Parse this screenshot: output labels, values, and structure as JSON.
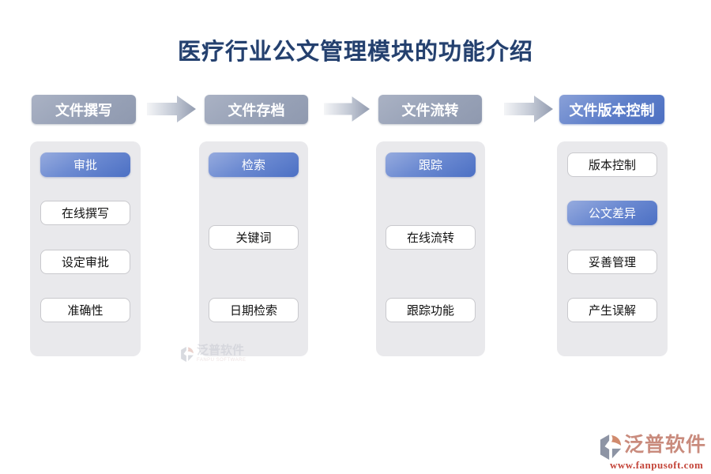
{
  "title": "医疗行业公文管理模块的功能介绍",
  "colors": {
    "title_text": "#24406e",
    "stage_header_gray": "#98a2b7",
    "stage_header_blue": "#5d7ec9",
    "item_blue_light": "#96abde",
    "item_blue_dark": "#4c70c4",
    "card_background": "#e9e9ec",
    "arrow_light": "#f3f4f6",
    "arrow_dark": "#939cb0",
    "brand_name_color": "#c98b7d",
    "brand_url_color": "#c4453a"
  },
  "flow": {
    "stages": [
      {
        "label": "文件撰写",
        "highlighted": false,
        "items": [
          {
            "label": "审批",
            "highlighted": true
          },
          {
            "label": "在线撰写",
            "highlighted": false
          },
          {
            "label": "设定审批",
            "highlighted": false
          },
          {
            "label": "准确性",
            "highlighted": false
          }
        ]
      },
      {
        "label": "文件存档",
        "highlighted": false,
        "items": [
          {
            "label": "检索",
            "highlighted": true
          },
          {
            "label": "关键词",
            "highlighted": false
          },
          {
            "label": "日期检索",
            "highlighted": false
          }
        ]
      },
      {
        "label": "文件流转",
        "highlighted": false,
        "items": [
          {
            "label": "跟踪",
            "highlighted": true
          },
          {
            "label": "在线流转",
            "highlighted": false
          },
          {
            "label": "跟踪功能",
            "highlighted": false
          }
        ]
      },
      {
        "label": "文件版本控制",
        "highlighted": true,
        "items": [
          {
            "label": "版本控制",
            "highlighted": false
          },
          {
            "label": "公文差异",
            "highlighted": true
          },
          {
            "label": "妥善管理",
            "highlighted": false
          },
          {
            "label": "产生误解",
            "highlighted": false
          }
        ]
      }
    ]
  },
  "watermark": {
    "text": "泛普软件",
    "subtext": "FANPU SOFTWARE"
  },
  "brand": {
    "name": "泛普软件",
    "url": "www.fanpusoft.com"
  }
}
